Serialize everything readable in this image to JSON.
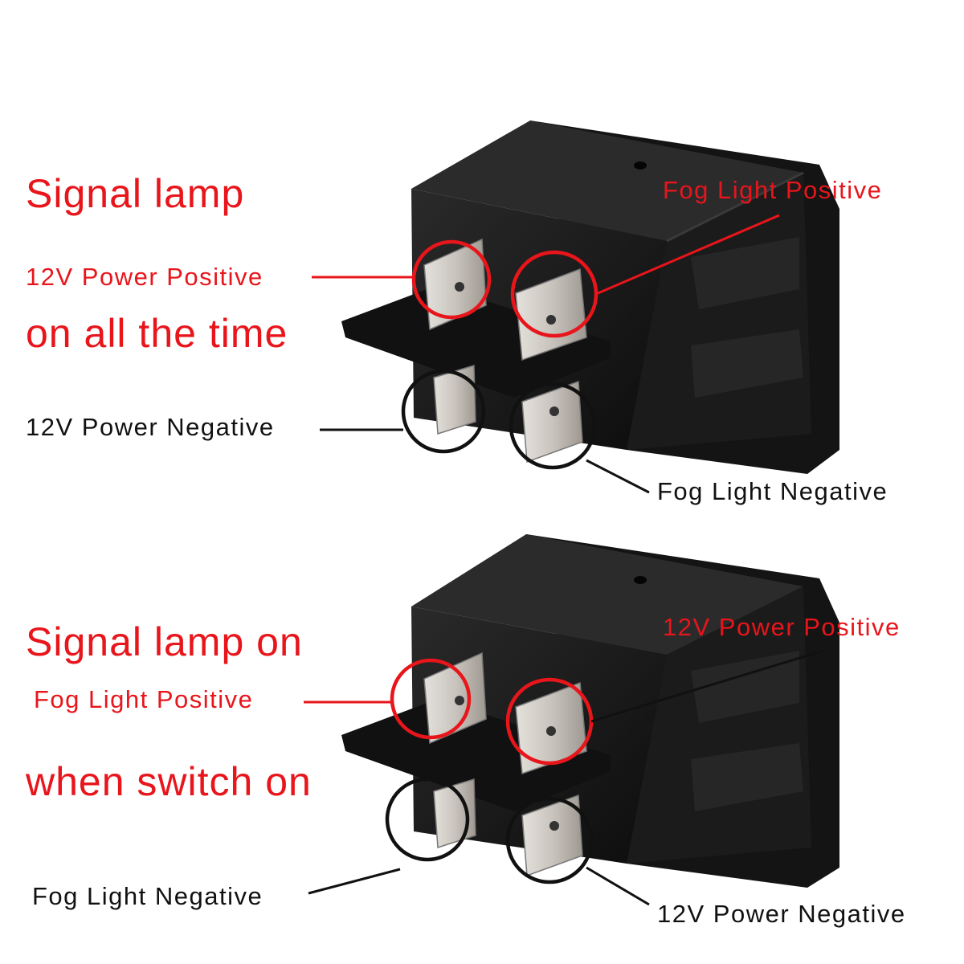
{
  "colors": {
    "accent_red": "#e8151b",
    "text_black": "#111111",
    "switch_body": "#1a1a1a",
    "terminal_metal": "#c9c4bd"
  },
  "diagrams": [
    {
      "heading": [
        "Signal lamp",
        "on all the time"
      ],
      "labels": {
        "top_left": "12V Power Positive",
        "top_right": "Fog Light Positive",
        "bottom_left": "12V Power Negative",
        "bottom_right": "Fog Light Negative"
      }
    },
    {
      "heading": [
        "Signal lamp on",
        "when switch on"
      ],
      "labels": {
        "top_left": "Fog Light Positive",
        "top_right": "12V Power Positive",
        "bottom_left": "Fog Light Negative",
        "bottom_right": "12V Power Negative"
      }
    }
  ]
}
